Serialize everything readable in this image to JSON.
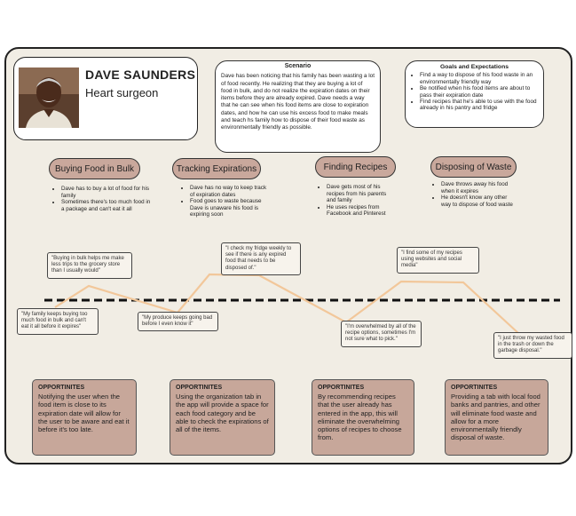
{
  "persona": {
    "name": "DAVE SAUNDERS",
    "role": "Heart surgeon"
  },
  "scenario": {
    "title": "Scenario",
    "text": "Dave has been noticing that his family has been wasting a lot of food recently. He realizing that they are buying a lot of food in bulk, and do not realize the expiration dates on their items before they are already expired. Dave needs a way that he can see when his food items are close to expiration dates, and how he can use his excess food to make meals and teach hs family how to dispose of their food waste as environmentally friendly as possible."
  },
  "goals": {
    "title": "Goals and Expectations",
    "items": [
      "Find a way to dispose of his food waste in an environmentally friendly way",
      "Be notified when his food items are about to pass their expiration date",
      "Find recipes that he's able to use with the food already in his pantry and fridge"
    ]
  },
  "stages": [
    {
      "label": "Buying Food in Bulk",
      "bullets": [
        "Dave has to buy a lot of food for his family",
        "Sometimes there's too much food in a package and can't eat it all"
      ]
    },
    {
      "label": "Tracking Expirations",
      "bullets": [
        "Dave has no way to keep track of expiration dates",
        "Food goes to waste because Dave is unaware his food is expiring soon"
      ]
    },
    {
      "label": "Finding Recipes",
      "bullets": [
        "Dave gets most of his recipes from his parents and family",
        "He uses recipes from Facebook and Pinterest"
      ]
    },
    {
      "label": "Disposing of Waste",
      "bullets": [
        "Dave throws away his food when it expires",
        "He doesn't know any other way to dispose of food waste"
      ]
    }
  ],
  "quotes": [
    "\"Buying in bulk helps me make less trips to the grocery store than I usually would\"",
    "\"My family keeps buying too much food in bulk and can't eat it all before it expires\"",
    "\"My produce keeps going bad before I even know it\"",
    "\"I check my fridge weekly to see if there is any expired food that needs to be disposed of.\"",
    "\"I'm overwhelmed by all of the recipe options, sometimes I'm not sure what to pick.\"",
    "\"I find some of my recipes using websites and social media\"",
    "\"I just throw my wasted food in the trash or down the garbage disposal.\""
  ],
  "opportunities": [
    {
      "title": "OPPORTINITES",
      "text": "Notifying the user when the food item is close to its expiration date will allow for the user to be aware and eat it before it's too late."
    },
    {
      "title": "OPPORTINITES",
      "text": "Using the organization tab in the app will provide a space for each food category and be able to check the expirations of all of the items."
    },
    {
      "title": "OPPORTINITES",
      "text": "By recommending recipes that the user already has entered in the app, this will eliminate the overwhelming options of recipes to choose from."
    },
    {
      "title": "OPPORTINITES",
      "text": "Providing a tab with local food banks and pantries, and other will eliminate food waste and allow for a more environmentally friendly disposal of waste."
    }
  ],
  "colors": {
    "stage_fill": "#c9a89c",
    "opportunity_fill": "#c7a79a",
    "journey_line": "#f2c79a",
    "board_bg": "#f1ede4"
  }
}
